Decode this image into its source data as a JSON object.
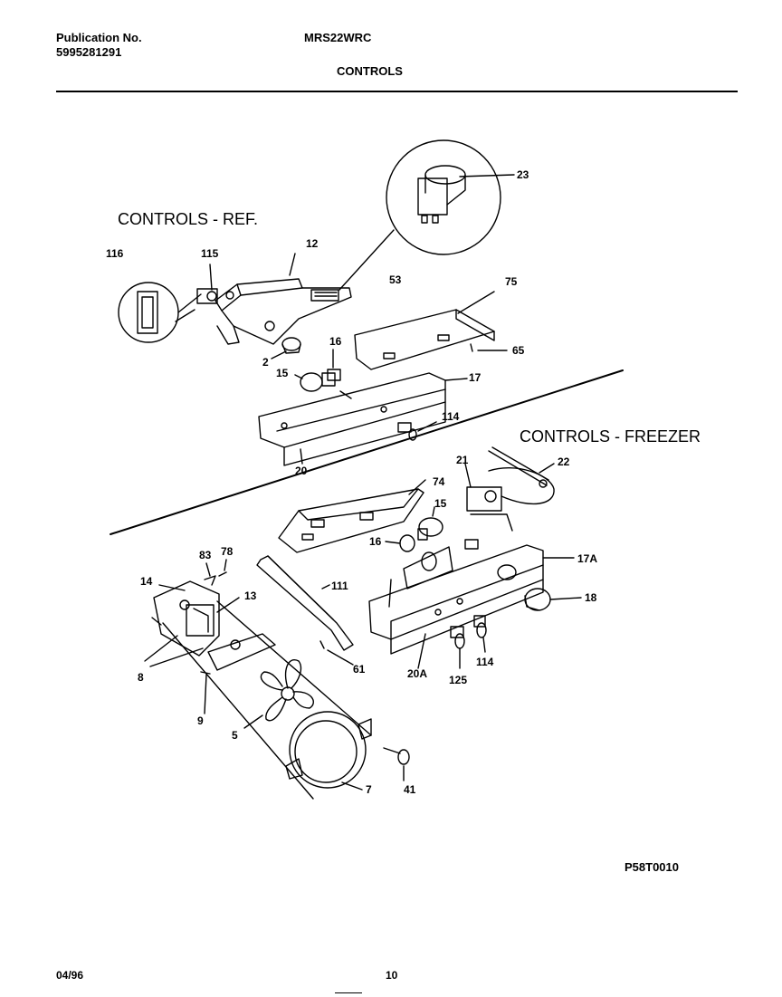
{
  "header": {
    "publication_label": "Publication No.",
    "publication_number": "5995281291",
    "model": "MRS22WRC",
    "section": "CONTROLS"
  },
  "sections": {
    "ref_title": "CONTROLS - REF.",
    "freezer_title": "CONTROLS - FREEZER"
  },
  "callouts": {
    "c23": "23",
    "c116": "116",
    "c115": "115",
    "c12": "12",
    "c53": "53",
    "c75": "75",
    "c65": "65",
    "c2": "2",
    "c16a": "16",
    "c15a": "15",
    "c17": "17",
    "c114a": "114",
    "c20": "20",
    "c22": "22",
    "c21": "21",
    "c74": "74",
    "c15b": "15",
    "c16b": "16",
    "c17A": "17A",
    "c18": "18",
    "c83": "83",
    "c78": "78",
    "c14": "14",
    "c13": "13",
    "c111": "111",
    "c8": "8",
    "c61": "61",
    "c20A": "20A",
    "c114b": "114",
    "c125": "125",
    "c9": "9",
    "c5": "5",
    "c7": "7",
    "c41": "41"
  },
  "diagram_code": "P58T0010",
  "footer": {
    "date": "04/96",
    "page": "10"
  }
}
